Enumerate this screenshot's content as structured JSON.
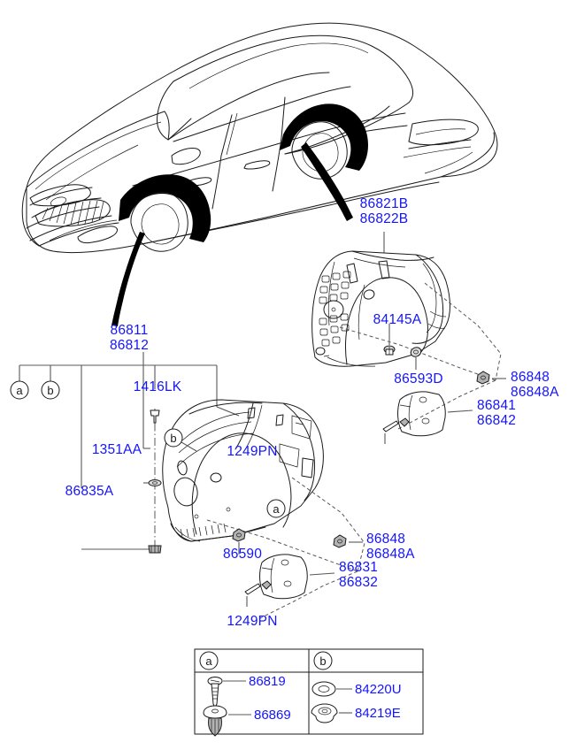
{
  "diagram": {
    "title": "Wheel Guard / Fender Liner & Mudguard Parts Diagram",
    "vehicle": "sedan-4-door-isometric",
    "label_color": "#1414ff",
    "line_color": "#58585a"
  },
  "callouts": {
    "rear_guard": {
      "line1": "86821B",
      "line2": "86822B"
    },
    "front_guard": {
      "line1": "86811",
      "line2": "86812"
    },
    "clip_1416lk": "1416LK",
    "clip_1351aa": "1351AA",
    "cover_86835a": "86835A",
    "clip_86590": "86590",
    "clip_84145a": "84145A",
    "clip_86593d": "86593D",
    "rear_mudguard_fastener": {
      "line1": "86848",
      "line2": "86848A"
    },
    "rear_mudguard": {
      "line1": "86841",
      "line2": "86842"
    },
    "rear_screw_1249pn": "1249PN",
    "front_mudguard_fastener": {
      "line1": "86848",
      "line2": "86848A"
    },
    "front_mudguard": {
      "line1": "86831",
      "line2": "86832"
    },
    "front_screw_1249pn": "1249PN"
  },
  "balloons": {
    "a": "a",
    "b": "b"
  },
  "legend": {
    "columns": [
      {
        "key": "a",
        "items": [
          {
            "part": "86819",
            "icon": "screw-icon"
          },
          {
            "part": "86869",
            "icon": "push-rivet-icon"
          }
        ]
      },
      {
        "key": "b",
        "items": [
          {
            "part": "84220U",
            "icon": "grommet-icon"
          },
          {
            "part": "84219E",
            "icon": "clip-nut-icon"
          }
        ]
      }
    ]
  }
}
